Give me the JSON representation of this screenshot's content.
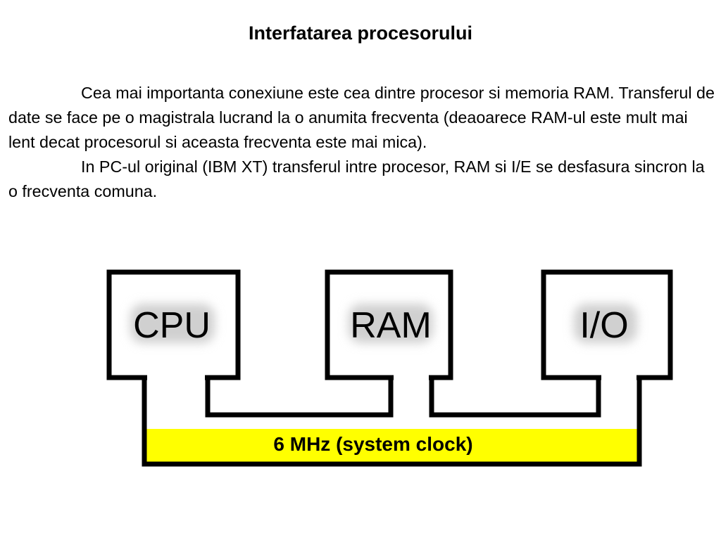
{
  "slide": {
    "title": "Interfatarea procesorului",
    "paragraphs": [
      "Cea mai importanta conexiune este cea dintre procesor si memoria RAM. Transferul de date se face pe o magistrala lucrand la o anumita frecventa (deaoarece RAM-ul este mult mai lent decat procesorul si aceasta frecventa este mai mica).",
      "In PC-ul original (IBM XT) transferul intre procesor, RAM si I/E se desfasura sincron la o frecventa comuna."
    ]
  },
  "diagram": {
    "components": [
      "CPU",
      "RAM",
      "I/O"
    ],
    "bus_label": "6 MHz (system clock)",
    "colors": {
      "bus_fill": "#ffff00",
      "outline": "#000000",
      "label_glow": "#d0d0d0"
    }
  }
}
